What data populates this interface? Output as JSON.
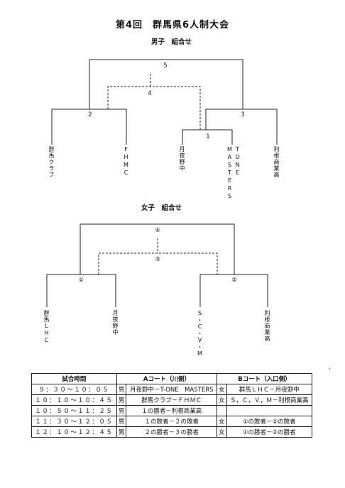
{
  "title": "第4回　群馬県6人制大会",
  "men": {
    "heading": "男子　組合せ",
    "rounds": [
      "5",
      "4",
      "2",
      "3",
      "1"
    ],
    "teams": [
      "群馬クラブ",
      "FHMC",
      "月夜野中",
      "MASTERS",
      "TONE",
      "利根商業高"
    ]
  },
  "women": {
    "heading": "女子　組合せ",
    "rounds": [
      "④",
      "③",
      "①",
      "②"
    ],
    "teams": [
      "群馬LHC",
      "月夜野中",
      "S・C・V・M",
      "利根商業高"
    ]
  },
  "schedule": {
    "headers": [
      "試合時間",
      "Aコート（川側）",
      "Bコート（入口側）"
    ],
    "rows": [
      {
        "time": "９：３０～１０：０５",
        "ga": "男",
        "a": "月夜野中－T-ONE　MASTERS",
        "gb": "女",
        "b": "群馬ＬＨＣ－月夜野中"
      },
      {
        "time": "１０：１０～１０：４５",
        "ga": "男",
        "a": "群馬クラブ－ＦＨＭＣ",
        "gb": "女",
        "b": "Ｓ，Ｃ，Ｖ，Ｍ－利根商業高"
      },
      {
        "time": "１０：５０～１１：２５",
        "ga": "男",
        "a": "１の勝者－利根商業高",
        "gb": "",
        "b": ""
      },
      {
        "time": "１１：３０～１２：０５",
        "ga": "男",
        "a": "１の敗者－２の敗者",
        "gb": "女",
        "b": "①の敗者－②の敗者"
      },
      {
        "time": "１２：１０～１２：４５",
        "ga": "男",
        "a": "２の勝者－３の勝者",
        "gb": "女",
        "b": "①の勝者－②の勝者"
      }
    ]
  },
  "margin_mark": "'"
}
